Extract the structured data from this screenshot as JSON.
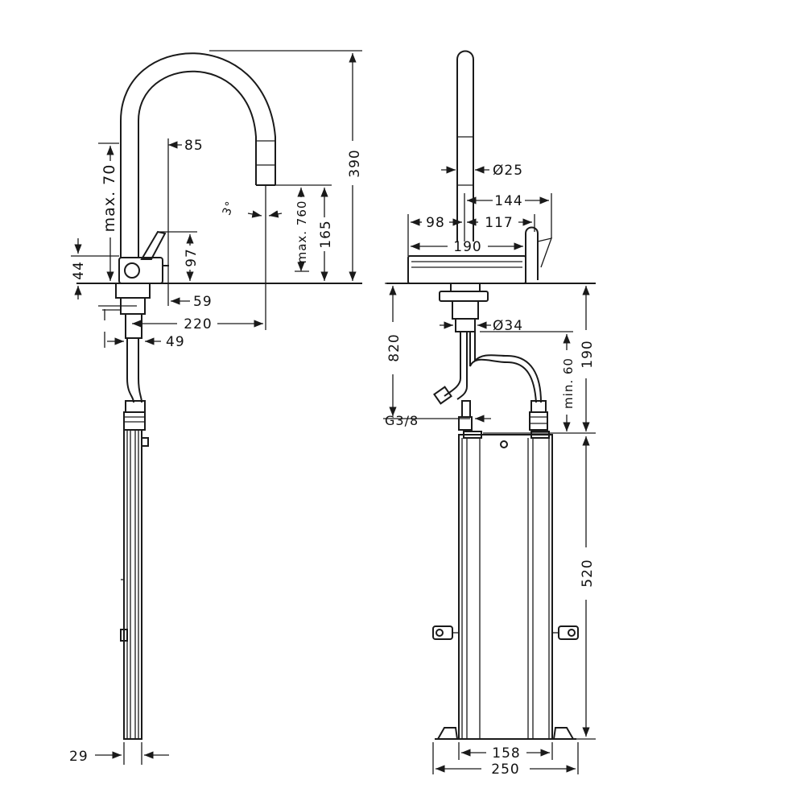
{
  "dimensions": {
    "max70": "max. 70",
    "d85": "85",
    "d3deg": "3°",
    "max760": "max. 760",
    "d165": "165",
    "d390": "390",
    "d44": "44",
    "d97": "97",
    "d59": "59",
    "d220": "220",
    "d49": "49",
    "d29": "29",
    "d25": "Ø25",
    "d144": "144",
    "d98": "98",
    "d117": "117",
    "d190top": "190",
    "d820": "820",
    "d34": "Ø34",
    "min60": "min. 60",
    "d190right": "190",
    "g38": "G3/8",
    "d520": "520",
    "d158": "158",
    "d250": "250"
  },
  "colors": {
    "line": "#1a1a1a",
    "background": "#ffffff"
  }
}
